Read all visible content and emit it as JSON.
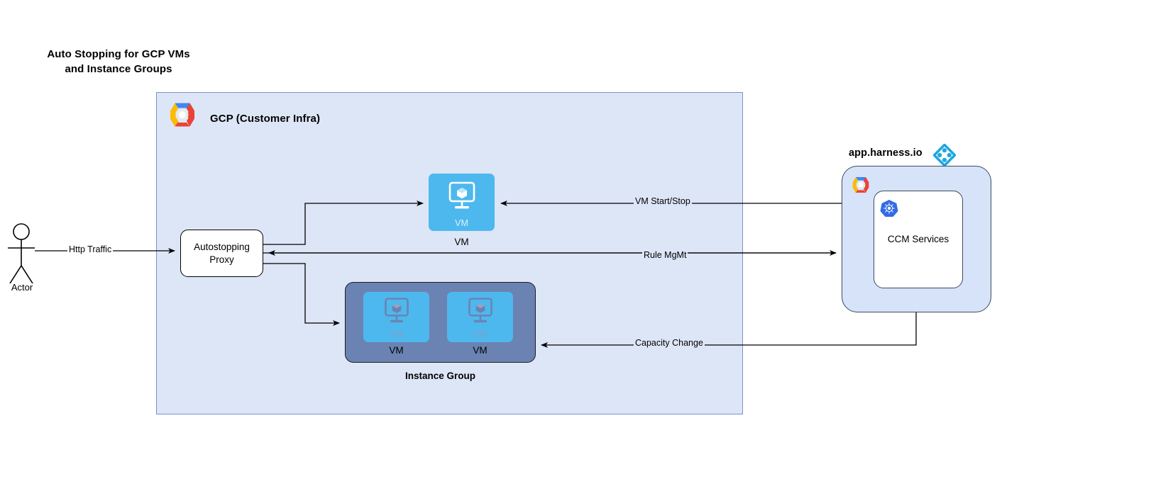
{
  "title": "Auto Stopping for GCP VMs\nand Instance Groups",
  "gcp_container": {
    "label": "GCP (Customer Infra)",
    "logo_icon": "gcp-logo-icon",
    "fill_color": "#dde6f7",
    "border_color": "#7a93c4"
  },
  "actor": {
    "label": "Actor",
    "icon": "stick-figure-actor-icon"
  },
  "proxy": {
    "label": "Autostopping\nProxy"
  },
  "vm_node": {
    "inner_label": "VM",
    "caption": "VM",
    "icon": "vm-monitor-cube-icon",
    "fill_color": "#4db8ee"
  },
  "instance_group": {
    "caption": "Instance Group",
    "fill_color": "#6b83b2",
    "vms": [
      {
        "inner_label": "VM",
        "caption": "VM",
        "icon": "vm-monitor-cube-icon"
      },
      {
        "inner_label": "VM",
        "caption": "VM",
        "icon": "vm-monitor-cube-icon"
      }
    ]
  },
  "harness": {
    "title": "app.harness.io",
    "logo_icon": "harness-diamond-logo-icon",
    "gcp_logo_icon": "gcp-logo-icon",
    "panel_fill": "#d6e3f8",
    "service": {
      "label": "CCM Services",
      "icon": "kubernetes-icon"
    }
  },
  "connections": [
    {
      "id": "http-traffic",
      "label": "Http Traffic",
      "from": "actor",
      "to": "gcp-container"
    },
    {
      "id": "vm-start-stop",
      "label": "VM Start/Stop",
      "from": "ccm-services",
      "to": "vm-node"
    },
    {
      "id": "rule-mgmt",
      "label": "Rule MgMt",
      "from": "autostopping-proxy",
      "to": "harness-panel"
    },
    {
      "id": "capacity-change",
      "label": "Capacity Change",
      "from": "harness-panel",
      "to": "instance-group"
    }
  ]
}
